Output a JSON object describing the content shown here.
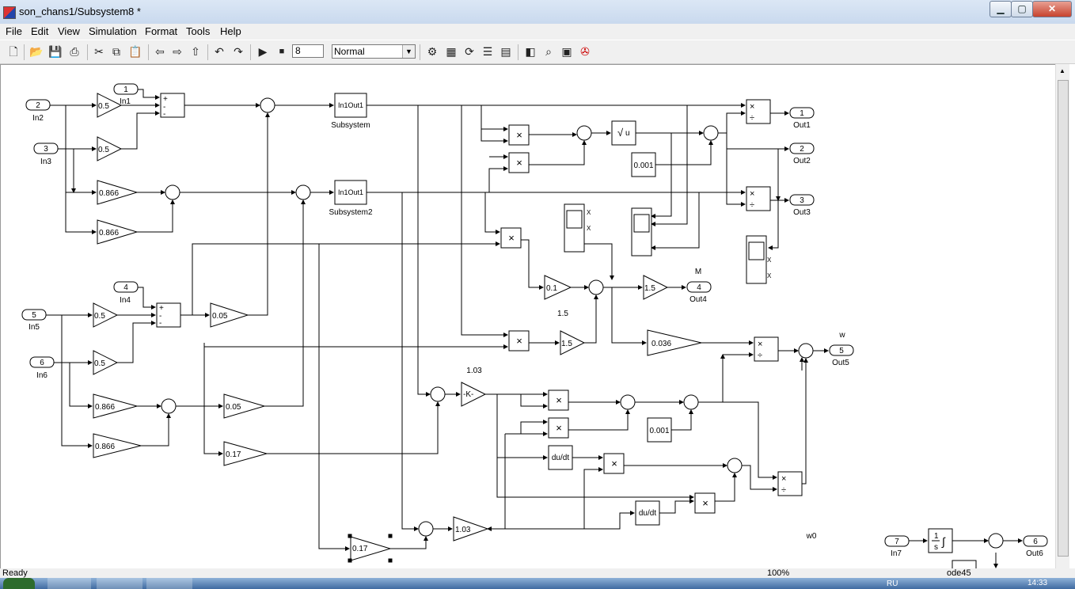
{
  "window": {
    "title": "son_chans1/Subsystem8 *",
    "min": "▁",
    "max": "▢",
    "close": "✕"
  },
  "menu": [
    "File",
    "Edit",
    "View",
    "Simulation",
    "Format",
    "Tools",
    "Help"
  ],
  "toolbar": {
    "icons": [
      "new-icon",
      "open-icon",
      "save-icon",
      "print-icon",
      "cut-icon",
      "copy-icon",
      "paste-icon",
      "back-icon",
      "forward-icon",
      "up-icon",
      "undo-icon",
      "redo-icon",
      "play-icon",
      "stop-icon"
    ],
    "stop_time": "8",
    "sim_mode": "Normal",
    "tools_icons": [
      "build-icon",
      "update-icon",
      "refresh-icon",
      "library-icon",
      "explorer-icon",
      "model-browser-icon",
      "find-icon",
      "config-icon",
      "debug-icon"
    ]
  },
  "diagram": {
    "ports": {
      "in1": {
        "num": "1",
        "label": "In1"
      },
      "in2": {
        "num": "2",
        "label": "In2"
      },
      "in3": {
        "num": "3",
        "label": "In3"
      },
      "in4": {
        "num": "4",
        "label": "In4"
      },
      "in5": {
        "num": "5",
        "label": "In5"
      },
      "in6": {
        "num": "6",
        "label": "In6"
      },
      "in7": {
        "num": "7",
        "label": "In7"
      },
      "out1": {
        "num": "1",
        "label": "Out1"
      },
      "out2": {
        "num": "2",
        "label": "Out2"
      },
      "out3": {
        "num": "3",
        "label": "Out3"
      },
      "out4": {
        "num": "4",
        "label": "Out4"
      },
      "out5": {
        "num": "5",
        "label": "Out5"
      },
      "out6": {
        "num": "6",
        "label": "Out6"
      }
    },
    "gains": {
      "g1": "0.5",
      "g2": "0.5",
      "g3": "0.866",
      "g4": "0.866",
      "g5": "0.5",
      "g6": "0.5",
      "g7": "0.866",
      "g8": "0.866",
      "g9": "0.05",
      "g10": "0.05",
      "g11": "0.17",
      "g12": "0.17",
      "g13": "0.1",
      "g14": "1.5",
      "g15": "1.5",
      "g16": "0.036",
      "g17": "-K-",
      "g18": "1.03"
    },
    "subsystems": {
      "s1": {
        "text": "In1Out1",
        "label": "Subsystem"
      },
      "s2": {
        "text": "In1Out1",
        "label": "Subsystem2"
      }
    },
    "constants": {
      "c1": "0.001",
      "c2": "0.001"
    },
    "sqrt": "u",
    "derivative": "du/dt",
    "integrator": {
      "num": "1",
      "den": "s"
    },
    "annotations": {
      "m": "M",
      "v15": "1.5",
      "w": "w",
      "v103": "1.03",
      "w0": "w0"
    }
  },
  "status": {
    "ready": "Ready",
    "zoom": "100%",
    "solver": "ode45"
  },
  "taskbar": {
    "time": "14:33",
    "lang": "RU"
  }
}
